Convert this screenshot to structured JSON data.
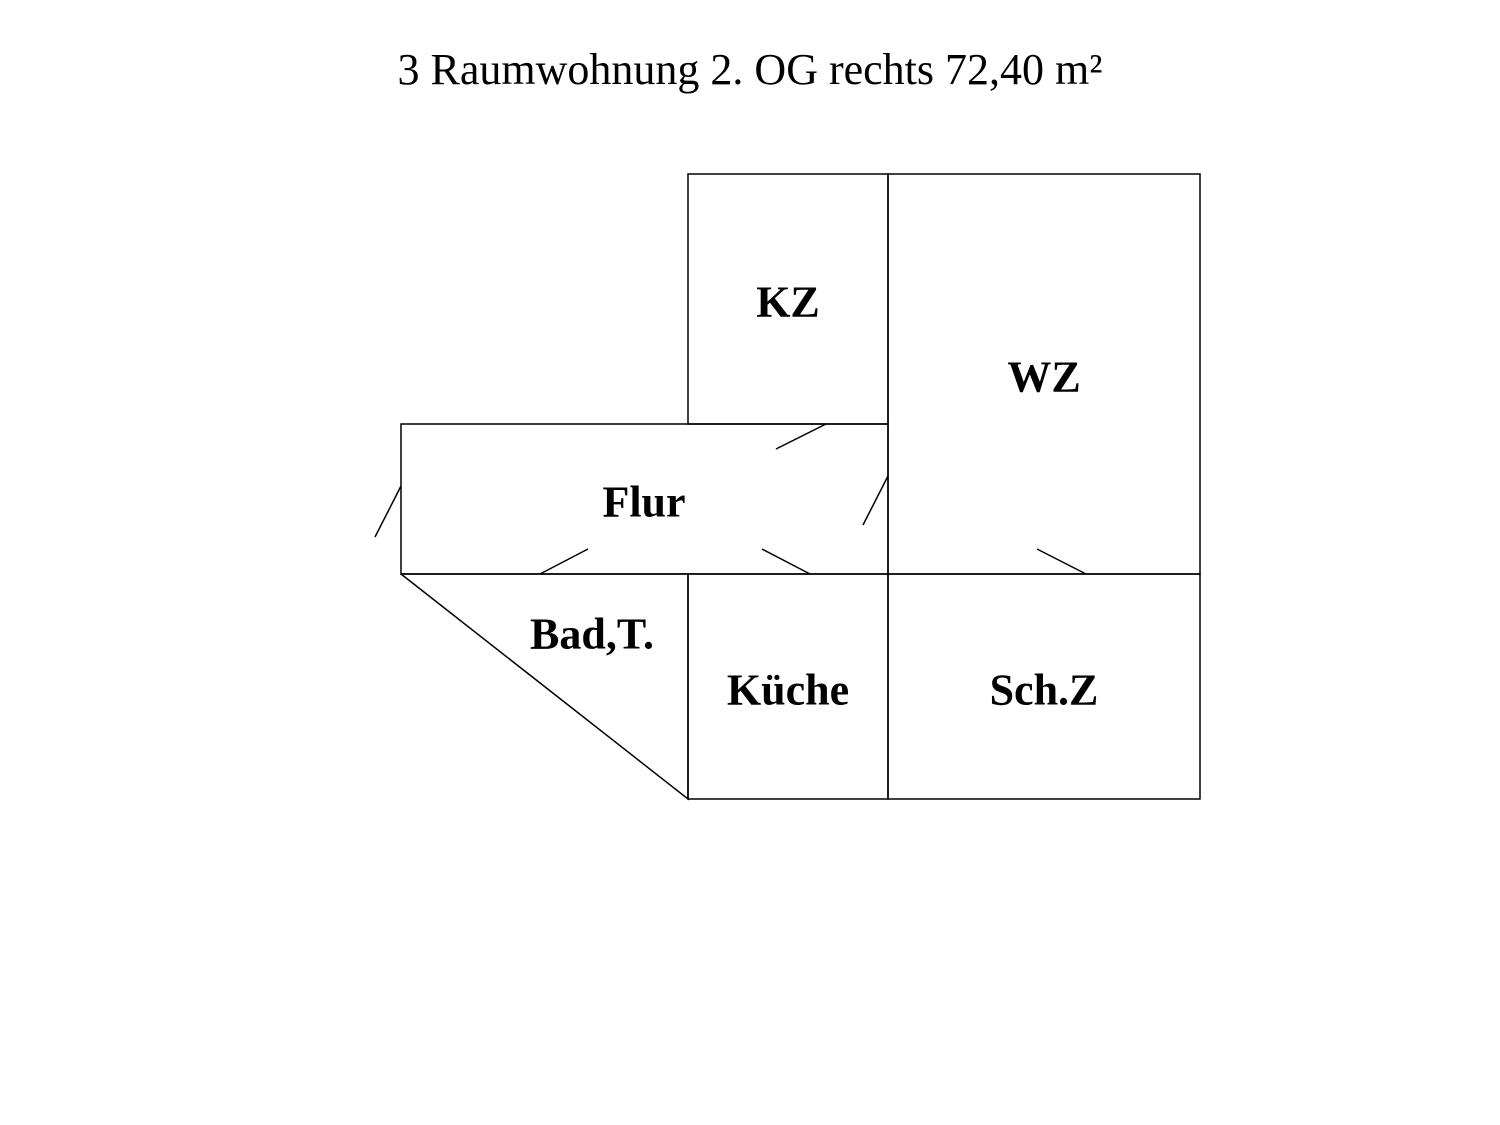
{
  "title": "3 Raumwohnung 2. OG rechts 72,40 m²",
  "rooms": {
    "kz": "KZ",
    "wz": "WZ",
    "flur": "Flur",
    "bad": "Bad,T.",
    "kueche": "Küche",
    "schz": "Sch.Z"
  },
  "colors": {
    "line": "#000000",
    "background": "#ffffff"
  }
}
